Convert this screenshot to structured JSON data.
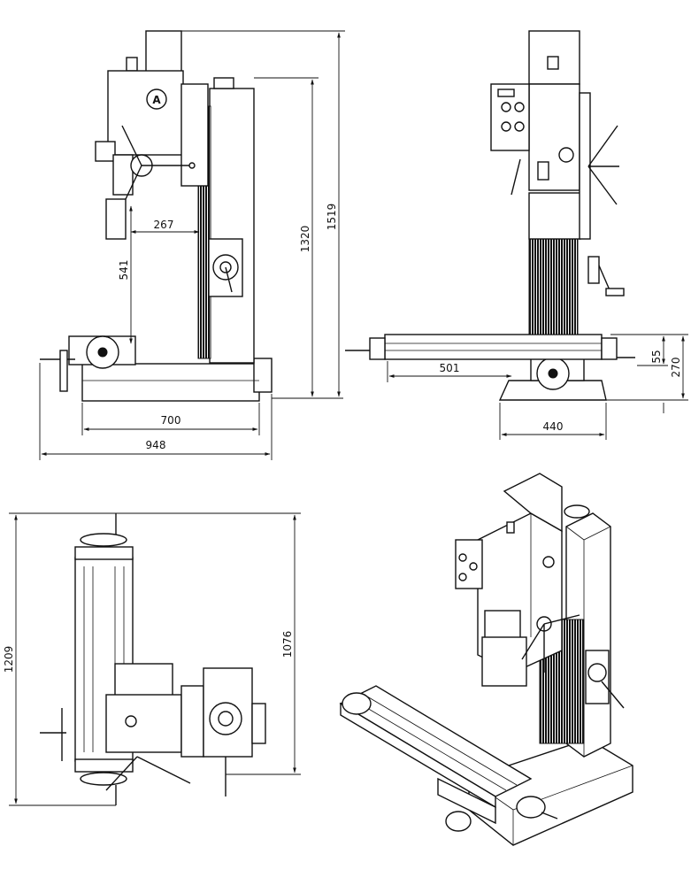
{
  "drawing": {
    "side_view": {
      "dims": {
        "total_height": "1519",
        "column_height": "1320",
        "throat": "267",
        "spindle_to_table": "541",
        "base_length": "700",
        "overall_length": "948"
      }
    },
    "front_view": {
      "dims": {
        "table_travel": "501",
        "table_height": "270",
        "table_thickness": "55",
        "base_width": "440"
      }
    },
    "top_view": {
      "dims": {
        "overall_depth": "1209",
        "depth_to_column": "1076"
      }
    }
  },
  "colors": {
    "line": "#111111",
    "background": "#ffffff"
  }
}
